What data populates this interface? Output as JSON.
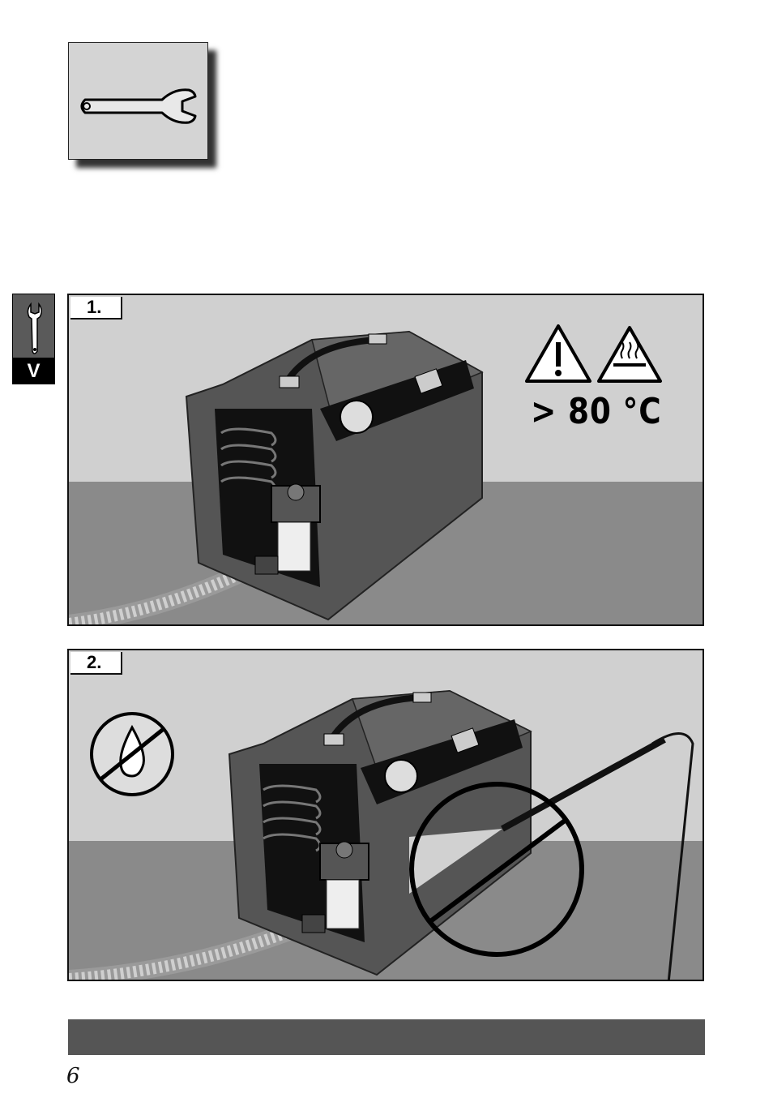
{
  "side_tab": {
    "letter": "V"
  },
  "panels": [
    {
      "step": "1.",
      "temperature_warning": "> 80 °C"
    },
    {
      "step": "2."
    }
  ],
  "page_number": "6",
  "colors": {
    "wall": "#d0d0d0",
    "floor": "#8a8a8a",
    "housing": "#555555",
    "footer_bar": "#555555"
  }
}
